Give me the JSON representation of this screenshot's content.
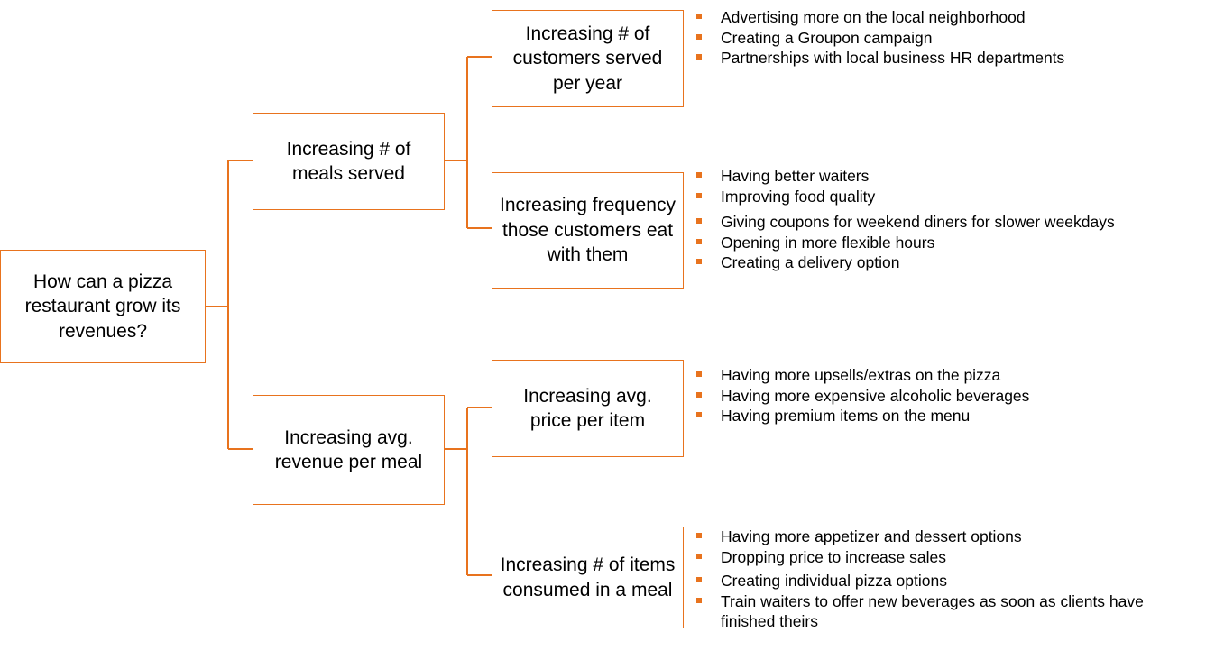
{
  "colors": {
    "accent": "#E8731E",
    "text": "#000000",
    "background": "#FFFFFF"
  },
  "root": {
    "label": "How can a pizza restaurant grow its revenues?"
  },
  "level1": [
    {
      "label": "Increasing # of meals served",
      "children": [
        {
          "label": "Increasing # of customers served per year",
          "bullets": [
            "Advertising more on the local neighborhood",
            "Creating a Groupon campaign",
            "Partnerships with local business HR departments"
          ]
        },
        {
          "label": "Increasing frequency those customers eat with them",
          "bullets": [
            "Having better waiters",
            "Improving food quality",
            "Giving coupons for weekend diners for slower weekdays",
            "Opening in more flexible hours",
            "Creating a delivery option"
          ]
        }
      ]
    },
    {
      "label": "Increasing avg. revenue per meal",
      "children": [
        {
          "label": "Increasing avg. price per item",
          "bullets": [
            "Having more upsells/extras on the pizza",
            "Having more expensive alcoholic beverages",
            "Having premium items on the menu"
          ]
        },
        {
          "label": "Increasing # of items consumed in a meal",
          "bullets": [
            "Having more appetizer and dessert options",
            "Dropping price to increase sales",
            "Creating individual pizza options",
            "Train waiters to offer new beverages as soon as clients have finished theirs"
          ]
        }
      ]
    }
  ]
}
